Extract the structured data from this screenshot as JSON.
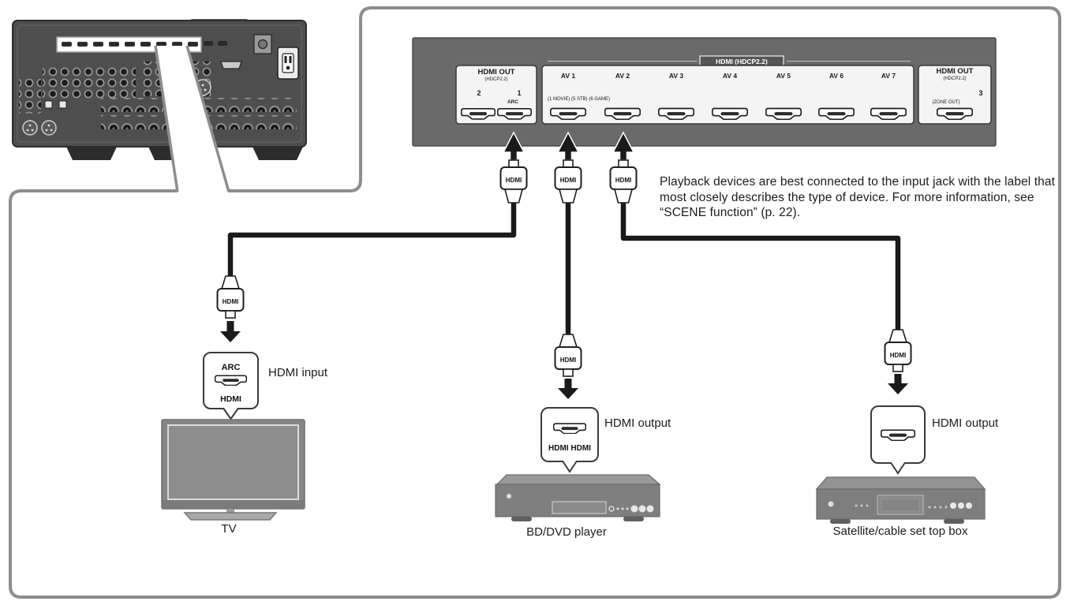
{
  "panel": {
    "header": "HDMI (HDCP2.2)",
    "out_left": {
      "title": "HDMI OUT",
      "sub": "(HDCP2.2)",
      "num2": "2",
      "num1": "1",
      "arc": "ARC"
    },
    "av": {
      "labels": [
        "AV 1",
        "AV 2",
        "AV 3",
        "AV 4",
        "AV 5",
        "AV 6",
        "AV 7"
      ],
      "scene": "(1 MOVIE) (5 STB) (6 GAME)"
    },
    "out_right": {
      "title": "HDMI OUT",
      "sub": "(HDCP2.2)",
      "num3": "3",
      "zone": "(ZONE OUT)"
    }
  },
  "plug_label": "HDMI",
  "note": "Playback devices are best connected to the input jack with the label that most closely describes the type of device. For more information, see “SCENE function” (p. 22).",
  "tv": {
    "bubble_top": "ARC",
    "bubble_bottom": "HDMI",
    "side_label": "HDMI input",
    "name": "TV"
  },
  "bd": {
    "bubble_label": "HDMI HDMI",
    "side_label": "HDMI output",
    "name": "BD/DVD player"
  },
  "stb": {
    "side_label": "HDMI output",
    "name": "Satellite/cable set top box"
  },
  "colors": {
    "panel_gray": "#6a6a6a",
    "receiver_gray": "#4e4e4e",
    "callout_border": "#8d8d8d",
    "cable_black": "#1a1a1a"
  }
}
